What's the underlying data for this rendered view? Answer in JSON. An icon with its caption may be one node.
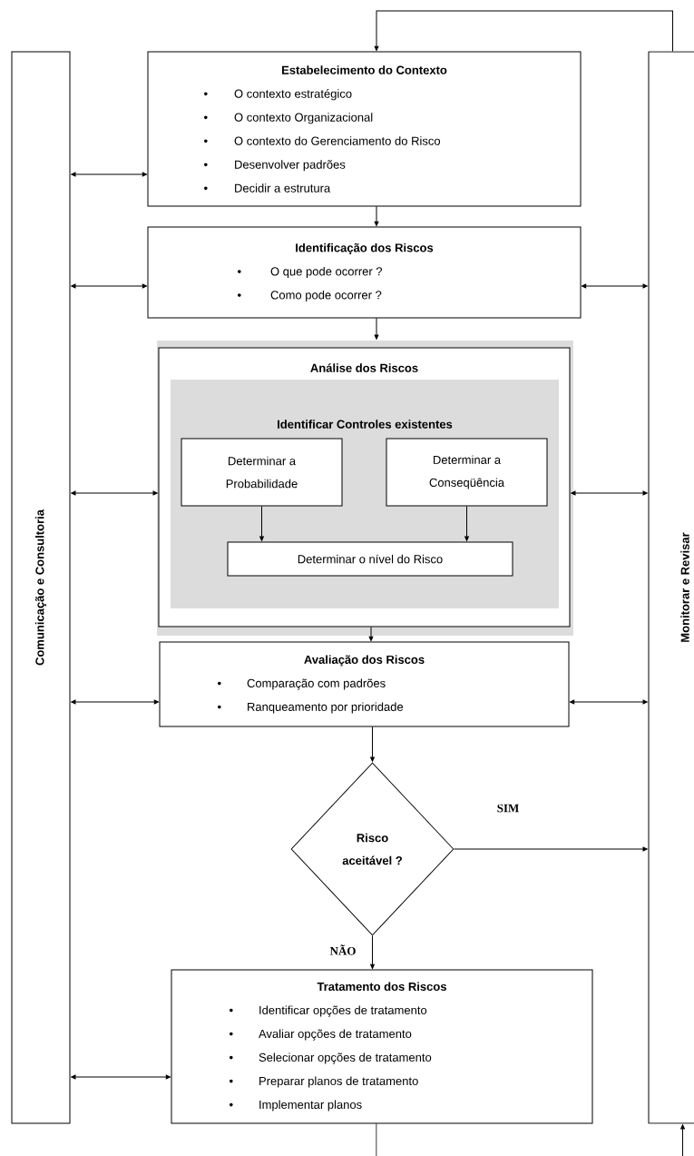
{
  "diagram": {
    "nodes": [
      {
        "text": [
          "Comunicação e Consultoria"
        ]
      },
      {
        "text": [
          "Estabelecimento do Contexto",
          "O contexto estratégico",
          "O contexto Organizacional",
          "O contexto do Gerenciamento do Risco",
          "Desenvolver padrões",
          "Decidir a estrutura"
        ]
      },
      {
        "text": [
          "Identificação dos Riscos",
          "O que pode ocorrer ?",
          "Como pode ocorrer ?"
        ]
      },
      {
        "text": [
          "Análise dos Riscos"
        ]
      },
      {
        "text": [
          "Identificar Controles existentes"
        ],
        "in": 3
      },
      {
        "text": [
          "Determinar a Probabilidade"
        ],
        "in": 4
      },
      {
        "text": [
          "Determinar a Conseqüência"
        ],
        "in": 4
      },
      {
        "text": [
          "Determinar o nível do Risco"
        ],
        "in": 4
      },
      {
        "text": [
          "Avaliação dos Riscos",
          "Comparação com padrões",
          "Ranqueamento por prioridade"
        ]
      },
      {
        "text": [
          "Risco aceitável ?"
        ]
      },
      {
        "text": [
          "Tratamento dos Riscos",
          "Identificar opções de tratamento",
          "Avaliar opções de tratamento",
          "Selecionar opções de tratamento",
          "Preparar planos de tratamento",
          "Implementar planos"
        ]
      },
      {
        "text": [
          "Monitorar e Revisar"
        ]
      }
    ],
    "edges": [
      {
        "from": 0,
        "to": 1,
        "arrow": "both"
      },
      {
        "from": 0,
        "to": 2,
        "arrow": "both"
      },
      {
        "from": 0,
        "to": 3,
        "arrow": "both"
      },
      {
        "from": 0,
        "to": 8,
        "arrow": "both"
      },
      {
        "from": 0,
        "to": 10,
        "arrow": "both"
      },
      {
        "from": 2,
        "to": 11,
        "arrow": "both"
      },
      {
        "from": 3,
        "to": 11,
        "arrow": "both"
      },
      {
        "from": 8,
        "to": 11,
        "arrow": "both"
      },
      {
        "from": 1,
        "to": 2,
        "arrow": "to"
      },
      {
        "from": 2,
        "to": 3,
        "arrow": "to"
      },
      {
        "from": 3,
        "to": 8,
        "arrow": "to"
      },
      {
        "from": 5,
        "to": 7,
        "arrow": "to"
      },
      {
        "from": 6,
        "to": 7,
        "arrow": "to"
      },
      {
        "from": 8,
        "to": 9,
        "arrow": "to"
      },
      {
        "from": 9,
        "to": 11,
        "arrow": "to",
        "label": "SIM"
      },
      {
        "from": 9,
        "to": 10,
        "arrow": "to",
        "label": "NÃO"
      },
      {
        "from": 11,
        "to": 1,
        "arrow": "to"
      },
      {
        "from": 10,
        "to": null,
        "arrow": "none"
      },
      {
        "from": null,
        "to": 11,
        "arrow": "to"
      }
    ]
  }
}
